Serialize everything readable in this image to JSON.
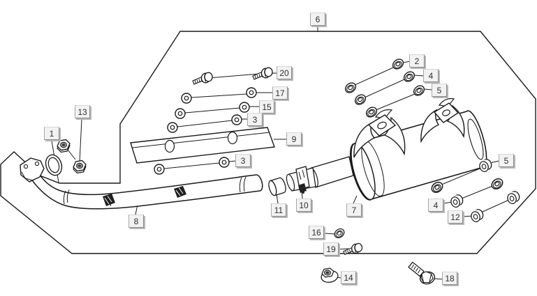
{
  "figure": {
    "kind": "exploded-parts-diagram",
    "subject": "Exhaust system: header pipe, muffler with heat shield fins, mounting hardware",
    "background_color": "#ffffff",
    "line_color": "#1a1a1a",
    "callout_box": {
      "bg": "#f2f2f2",
      "border": "#8a8a8a",
      "shadow": "#b7b7b7",
      "text": "#2e2e2e"
    }
  },
  "callouts": [
    {
      "num": "6"
    },
    {
      "num": "20"
    },
    {
      "num": "17"
    },
    {
      "num": "15"
    },
    {
      "num": "3"
    },
    {
      "num": "9"
    },
    {
      "num": "3"
    },
    {
      "num": "2"
    },
    {
      "num": "4"
    },
    {
      "num": "5"
    },
    {
      "num": "13"
    },
    {
      "num": "1"
    },
    {
      "num": "8"
    },
    {
      "num": "11"
    },
    {
      "num": "10"
    },
    {
      "num": "7"
    },
    {
      "num": "5"
    },
    {
      "num": "4"
    },
    {
      "num": "12"
    },
    {
      "num": "16"
    },
    {
      "num": "19"
    },
    {
      "num": "14"
    },
    {
      "num": "18"
    }
  ]
}
